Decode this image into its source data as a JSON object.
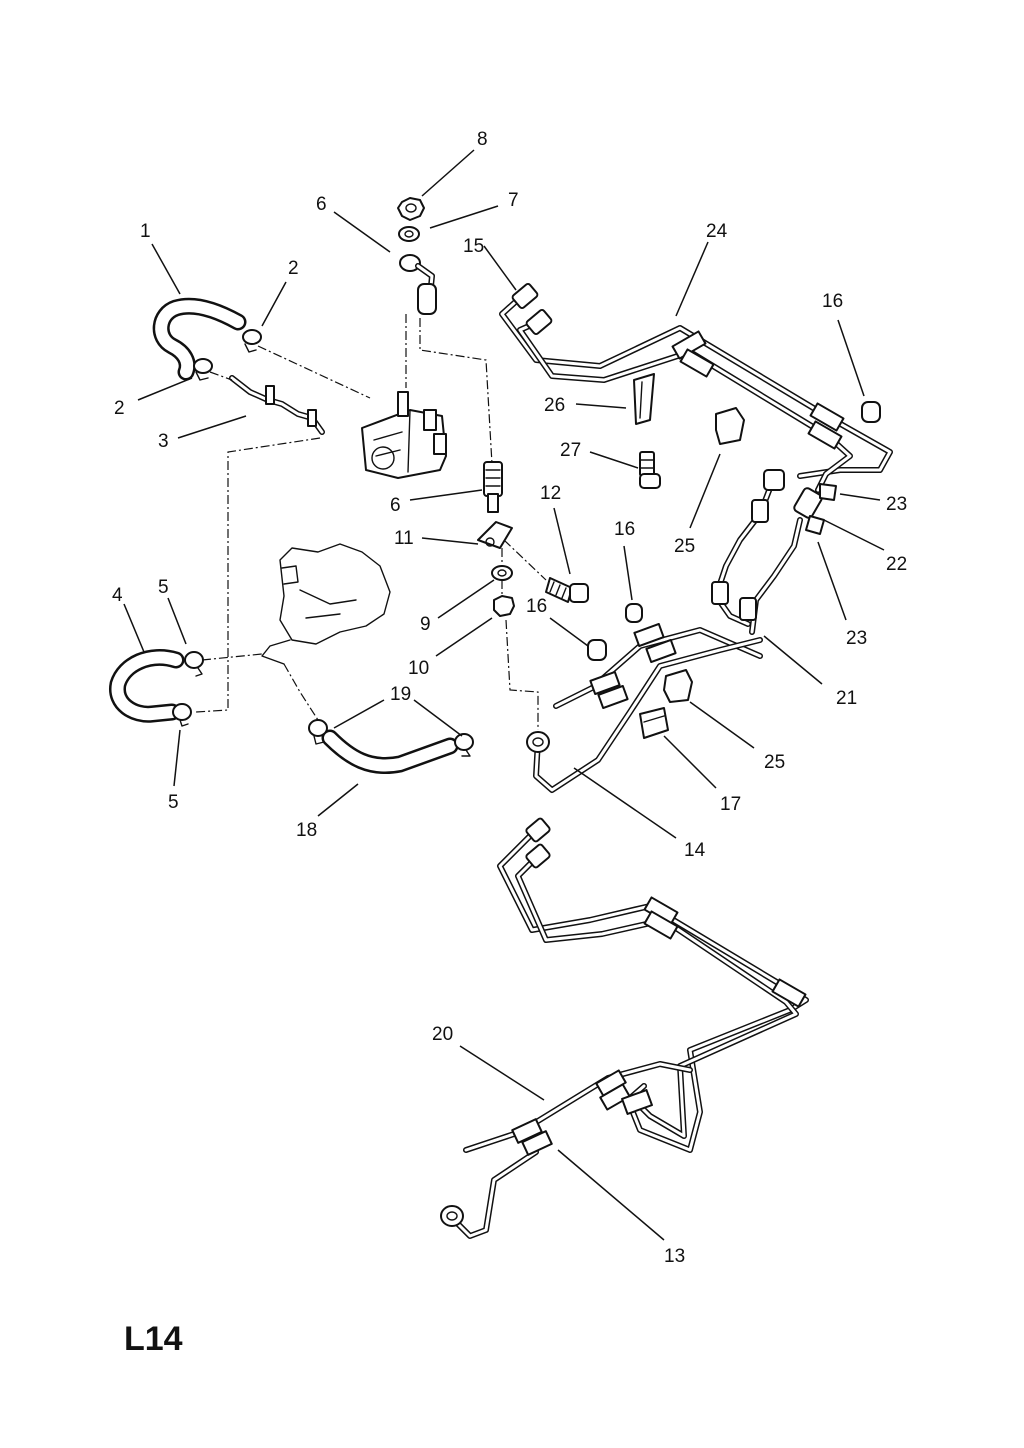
{
  "page_code": "L14",
  "callouts": {
    "c1": "1",
    "c2a": "2",
    "c2b": "2",
    "c3": "3",
    "c4": "4",
    "c5a": "5",
    "c5b": "5",
    "c6a": "6",
    "c6b": "6",
    "c7": "7",
    "c8": "8",
    "c9": "9",
    "c10": "10",
    "c11": "11",
    "c12": "12",
    "c13": "13",
    "c14": "14",
    "c15": "15",
    "c16a": "16",
    "c16b": "16",
    "c16c": "16",
    "c17": "17",
    "c18": "18",
    "c19": "19",
    "c20": "20",
    "c21": "21",
    "c22": "22",
    "c23a": "23",
    "c23b": "23",
    "c24": "24",
    "c25a": "25",
    "c25b": "25",
    "c26": "26",
    "c27": "27"
  }
}
